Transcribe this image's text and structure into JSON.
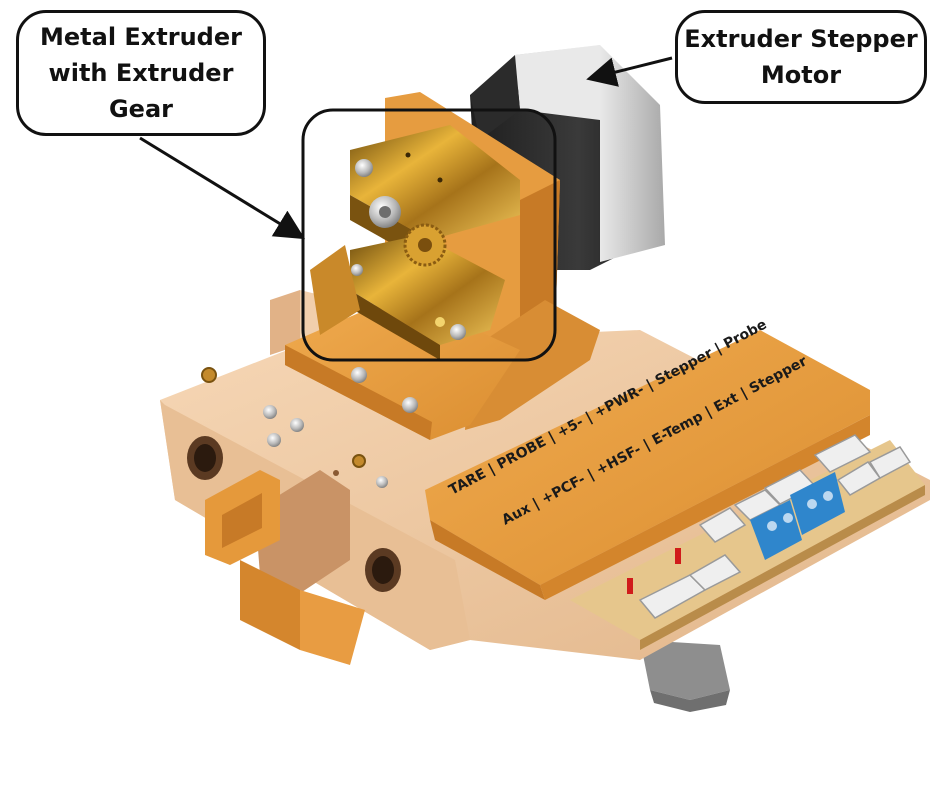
{
  "callouts": {
    "extruder_gear": "Metal Extruder\nwith Extruder\nGear",
    "stepper_motor": "Extruder Stepper\nMotor"
  },
  "board_labels": {
    "row1": "TARE | PROBE | +5- | +PWR- | Stepper | Probe",
    "row2": "Aux | +PCF- | +HSF- | E-Temp | Ext | Stepper"
  },
  "colors": {
    "orange": "#e39a3c",
    "orange_dark": "#b96d1e",
    "beige": "#efc9a2",
    "beige_dark": "#d9a97c",
    "motor_black": "#2a2a2a",
    "motor_silver": "#d8d8d8",
    "brass": "#d7a12a",
    "terminal_blue": "#2f86cc",
    "connector_white": "#efefef",
    "pcb": "#e6c68c"
  }
}
